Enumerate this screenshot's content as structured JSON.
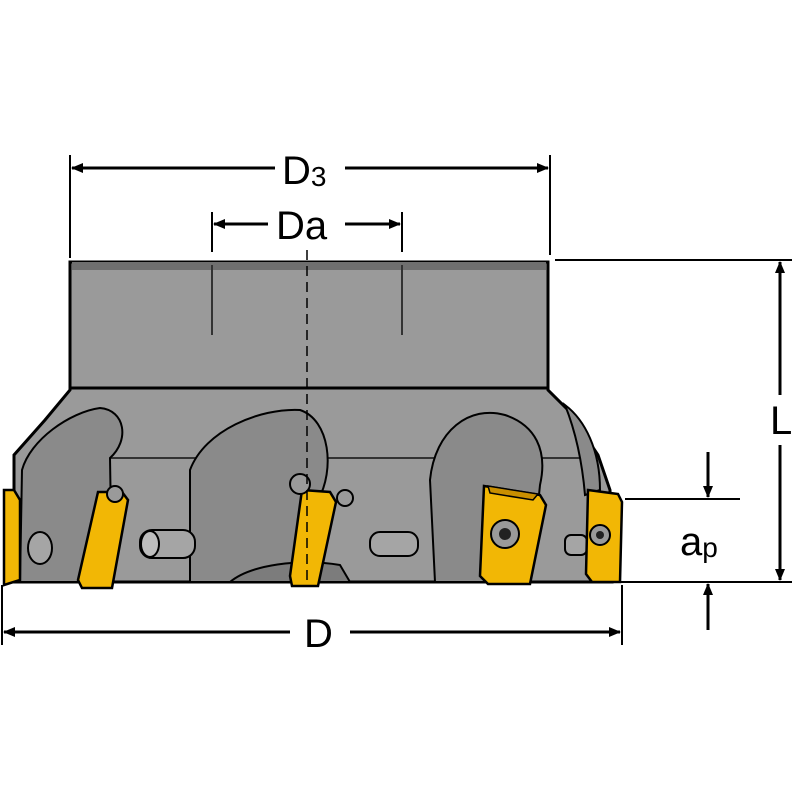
{
  "dimensions": {
    "d3": {
      "main": "D",
      "sub": "3"
    },
    "da": {
      "text": "Da"
    },
    "l": {
      "text": "L"
    },
    "ap": {
      "main": "a",
      "sub": "p"
    },
    "d": {
      "text": "D"
    }
  },
  "colors": {
    "body": "#9a9a9a",
    "body_dark": "#777777",
    "pocket": "#858585",
    "insert": "#f2b705",
    "insert_dark": "#c98f00",
    "outline": "#000000"
  }
}
